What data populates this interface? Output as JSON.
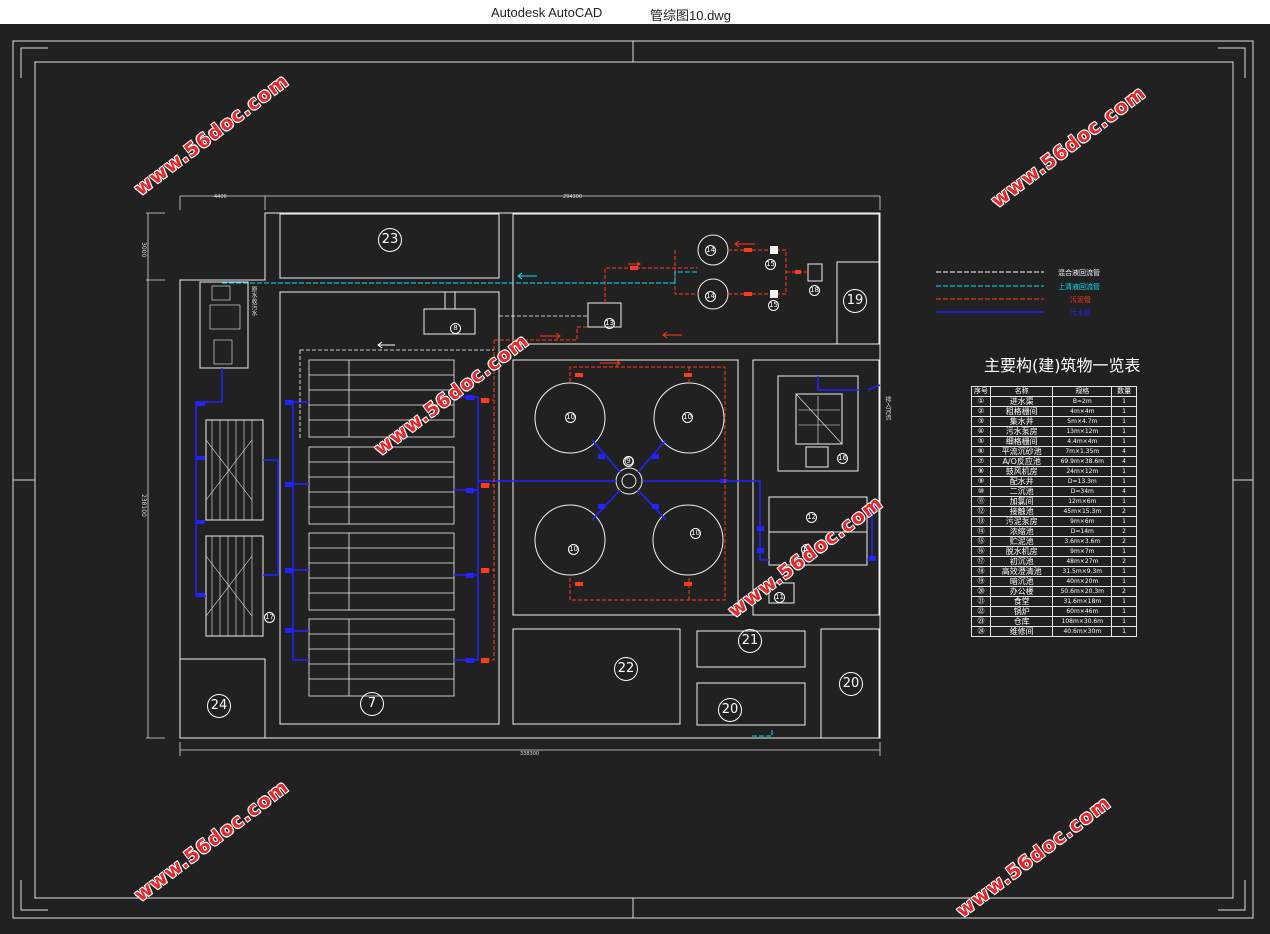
{
  "titlebar": {
    "app": "Autodesk AutoCAD",
    "file": "管综图10.dwg"
  },
  "watermarks": [
    "www.56doc.com",
    "www.56doc.com",
    "www.56doc.com",
    "www.56doc.com",
    "www.56doc.com"
  ],
  "legend": {
    "items": [
      {
        "label": "混合液回流管",
        "color": "#ffffff"
      },
      {
        "label": "上清液回流管",
        "color": "#00e5ff"
      },
      {
        "label": "污泥管",
        "color": "#ff3b1f"
      },
      {
        "label": "污水管",
        "color": "#1a1aff"
      }
    ]
  },
  "structure_labels": {
    "n23": "23",
    "n19": "19",
    "n18": "18",
    "n16": "16",
    "n14a": "14",
    "n14b": "14",
    "n15a": "15",
    "n15b": "15",
    "n8": "8",
    "n13": "13",
    "n7": "7",
    "n17": "17",
    "n24": "24",
    "n22": "22",
    "n21": "21",
    "n20a": "20",
    "n20b": "20",
    "n11": "11",
    "n12a": "12",
    "n12b": "12",
    "n10": "10",
    "n9": "9"
  },
  "side_labels": {
    "inlet": "原水收污水",
    "outlet": "排入河流"
  },
  "dims": {
    "top_left": "4400",
    "top_main": "294300",
    "left_top": "3000",
    "left_main": "238100",
    "bottom": "338300"
  },
  "table": {
    "title": "主要构(建)筑物一览表",
    "headers": [
      "序号",
      "名称",
      "规格",
      "数量"
    ],
    "rows": [
      [
        "①",
        "进水渠",
        "B=2m",
        "1"
      ],
      [
        "②",
        "粗格栅间",
        "4m×4m",
        "1"
      ],
      [
        "③",
        "集水井",
        "5m×4.7m",
        "1"
      ],
      [
        "④",
        "污水泵房",
        "13m×12m",
        "1"
      ],
      [
        "⑤",
        "细格栅间",
        "4.4m×4m",
        "1"
      ],
      [
        "⑥",
        "平流沉砂池",
        "7m×1.35m",
        "4"
      ],
      [
        "⑦",
        "A/O反应池",
        "69.9m×38.6m",
        "4"
      ],
      [
        "⑧",
        "鼓风机房",
        "24m×12m",
        "1"
      ],
      [
        "⑨",
        "配水井",
        "D=13.3m",
        "1"
      ],
      [
        "⑩",
        "二沉池",
        "D=34m",
        "4"
      ],
      [
        "⑪",
        "加氯间",
        "12m×6m",
        "1"
      ],
      [
        "⑫",
        "接触池",
        "45m×15.3m",
        "2"
      ],
      [
        "⑬",
        "污泥泵房",
        "9m×6m",
        "1"
      ],
      [
        "⑭",
        "浓缩池",
        "D=14m",
        "2"
      ],
      [
        "⑮",
        "贮泥池",
        "3.6m×3.6m",
        "2"
      ],
      [
        "⑯",
        "脱水机房",
        "9m×7m",
        "1"
      ],
      [
        "⑰",
        "初沉池",
        "48m×27m",
        "2"
      ],
      [
        "⑱",
        "高效澄清池",
        "31.5m×9.3m",
        "1"
      ],
      [
        "⑲",
        "暗沉池",
        "40m×20m",
        "1"
      ],
      [
        "⑳",
        "办公楼",
        "50.6m×20.3m",
        "2"
      ],
      [
        "㉑",
        "食堂",
        "31.6m×18m",
        "1"
      ],
      [
        "㉒",
        "锅炉",
        "60m×46m",
        "1"
      ],
      [
        "㉓",
        "仓库",
        "108m×30.6m",
        "1"
      ],
      [
        "㉔",
        "维修间",
        "40.6m×30m",
        "1"
      ]
    ]
  },
  "colors": {
    "white": "#ffffff",
    "cyan": "#00e5ff",
    "red": "#ff3b1f",
    "blue": "#1a1aff",
    "bg": "#212121"
  }
}
